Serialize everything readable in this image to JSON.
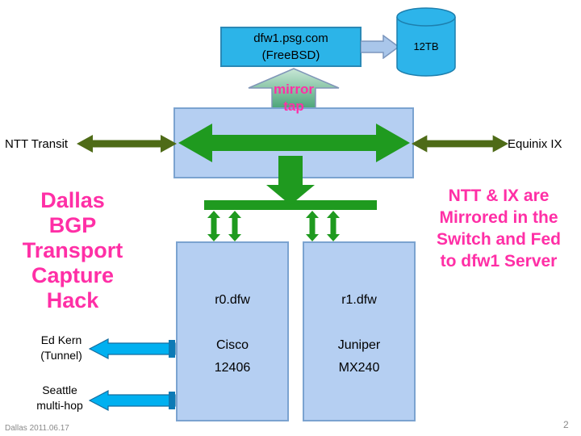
{
  "colors": {
    "cyan_box": "#2cb4e8",
    "light_blue_box": "#b5cff2",
    "green_arrow": "#1f9a1f",
    "olive_arrow": "#4e6b17",
    "magenta_text": "#ff2fa6",
    "cyan_arrow": "#00b0f0"
  },
  "server_box": {
    "line1": "dfw1.psg.com",
    "line2": "(FreeBSD)"
  },
  "storage": {
    "label": "12TB"
  },
  "mirror_tap": {
    "line1": "mirror",
    "line2": "tap"
  },
  "left_link": {
    "label": "NTT Transit"
  },
  "right_link": {
    "label": "Equinix IX"
  },
  "title": {
    "lines": [
      "Dallas",
      "BGP",
      "Transport",
      "Capture",
      "Hack"
    ]
  },
  "note": {
    "lines": [
      "NTT & IX are",
      "Mirrored in the",
      "Switch and Fed",
      "to dfw1 Server"
    ]
  },
  "routers": {
    "r0": {
      "name": "r0.dfw",
      "vendor": "Cisco",
      "model": "12406"
    },
    "r1": {
      "name": "r1.dfw",
      "vendor": "Juniper",
      "model": "MX240"
    }
  },
  "tunnels": {
    "ed_kern": {
      "line1": "Ed Kern",
      "line2": "(Tunnel)"
    },
    "seattle": {
      "line1": "Seattle",
      "line2": "multi-hop"
    }
  },
  "footer": {
    "date": "Dallas 2011.06.17",
    "page": "2"
  }
}
